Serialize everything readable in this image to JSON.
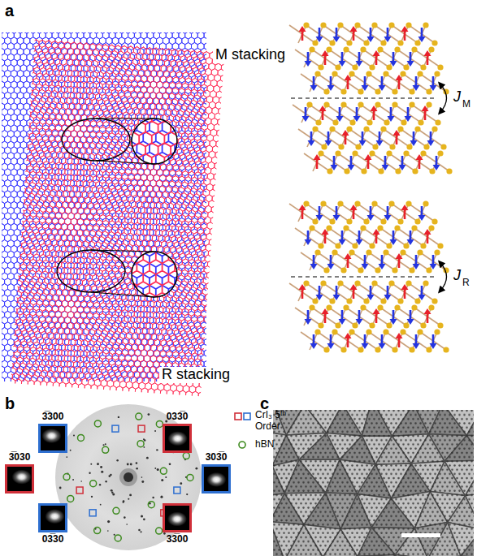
{
  "diagram": {
    "nodes": [
      {
        "text": [
          "3̅300"
        ]
      },
      {
        "text": [
          "033̅0"
        ]
      },
      {
        "text": [
          "3̅030"
        ]
      },
      {
        "text": [
          "303̅0"
        ]
      },
      {
        "text": [
          "03̅30"
        ]
      },
      {
        "text": [
          "33̅00"
        ]
      }
    ],
    "labels": [
      "a",
      "M stacking",
      "J",
      "M",
      "R stacking",
      "J",
      "R",
      "b",
      "c"
    ],
    "legend": [
      {
        "text": "CrI₃ 5ᵗʰ Order"
      },
      {
        "text": "hBN"
      }
    ]
  }
}
